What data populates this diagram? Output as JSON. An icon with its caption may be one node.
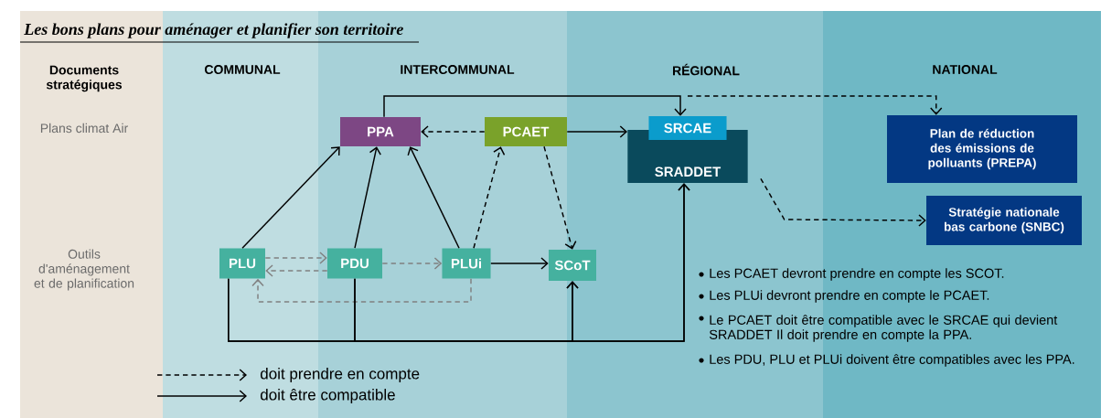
{
  "diagram": {
    "title": "Les bons plans pour aménager et planifier son territoire",
    "nodes": [
      {
        "text": [
          "PPA"
        ]
      },
      {
        "text": [
          "PCAET"
        ]
      },
      {
        "text": [
          "SRCAE"
        ]
      },
      {
        "text": [
          "SRADDET"
        ]
      },
      {
        "text": [
          "Plan de réduction des émissions de polluants (PREPA)"
        ]
      },
      {
        "text": [
          "Stratégie nationale bas carbone (SNBC)"
        ]
      },
      {
        "text": [
          "PLU"
        ]
      },
      {
        "text": [
          "PDU"
        ]
      },
      {
        "text": [
          "PLUi"
        ]
      },
      {
        "text": [
          "SCoT"
        ]
      }
    ],
    "edges": [
      {
        "from": 6,
        "to": 0,
        "arrow": "to"
      },
      {
        "from": 7,
        "to": 0,
        "arrow": "to"
      },
      {
        "from": 8,
        "to": 0,
        "arrow": "to"
      },
      {
        "from": 1,
        "to": 0,
        "arrow": "to",
        "style": "dashed"
      },
      {
        "from": 1,
        "to": 3,
        "arrow": "to"
      },
      {
        "from": 0,
        "to": 2,
        "arrow": "to"
      },
      {
        "from": 2,
        "to": 4,
        "arrow": "to",
        "style": "dashed"
      },
      {
        "from": 8,
        "to": 1,
        "arrow": "to",
        "style": "dashed"
      },
      {
        "from": 1,
        "to": 9,
        "arrow": "to",
        "style": "dashed"
      },
      {
        "from": 3,
        "to": 5,
        "arrow": "to",
        "style": "dashed"
      },
      {
        "from": 6,
        "to": 7,
        "arrow": "to",
        "style": "dashed",
        "color": "#808080"
      },
      {
        "from": 7,
        "to": 6,
        "arrow": "to",
        "style": "dashed",
        "color": "#808080"
      },
      {
        "from": 7,
        "to": 8,
        "arrow": "to",
        "style": "dashed",
        "color": "#808080"
      },
      {
        "from": 8,
        "to": 6,
        "arrow": "to",
        "style": "dashed",
        "color": "#808080"
      },
      {
        "from": 8,
        "to": 9,
        "arrow": "to"
      },
      {
        "from": 6,
        "to": 3,
        "arrow": "to"
      },
      {
        "from": 7,
        "to": 3,
        "arrow": "to"
      },
      {
        "from": 6,
        "to": 9,
        "arrow": "to"
      },
      {
        "from": 7,
        "to": 9,
        "arrow": "to"
      }
    ],
    "labels": [
      "Documents stratégiques",
      "COMMUNAL",
      "INTERCOMMUNAL",
      "RÉGIONAL",
      "NATIONAL",
      "Plans climat Air",
      "Outils d'aménagement et de planification",
      "Les PCAET devront prendre en compte les SCOT.",
      "Les PLUi devront prendre en compte le PCAET.",
      "Le PCAET doit être compatible avec le SRCAE qui devient SRADDET Il doit prendre en compte la PPA.",
      "Les PDU, PLU et PLUi doivent être compatibles avec les PPA."
    ],
    "legend": [
      {
        "text": "doit prendre en compte"
      },
      {
        "text": "doit être compatible"
      }
    ]
  }
}
